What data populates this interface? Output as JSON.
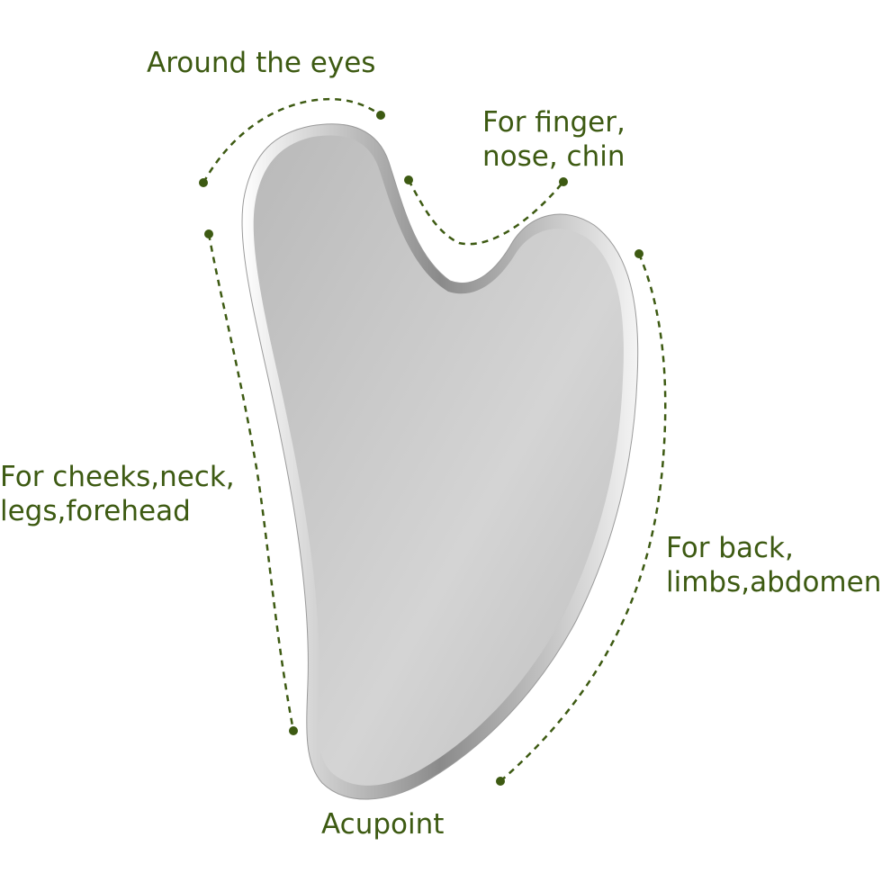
{
  "colors": {
    "label_text": "#3d5a12",
    "guide_line": "#3d5a12",
    "tool_metal": "#c4c4c4",
    "background": "#ffffff"
  },
  "product": {
    "name": "gua-sha-scraping-tool"
  },
  "labels": {
    "around_eyes": "Around the eyes",
    "finger_line1": "For finger,",
    "finger_line2": "nose, chin",
    "cheeks_line1": "For cheeks,neck,",
    "cheeks_line2": "legs,forehead",
    "back_line1": "For back,",
    "back_line2": "limbs,abdomen",
    "acupoint": "Acupoint"
  }
}
